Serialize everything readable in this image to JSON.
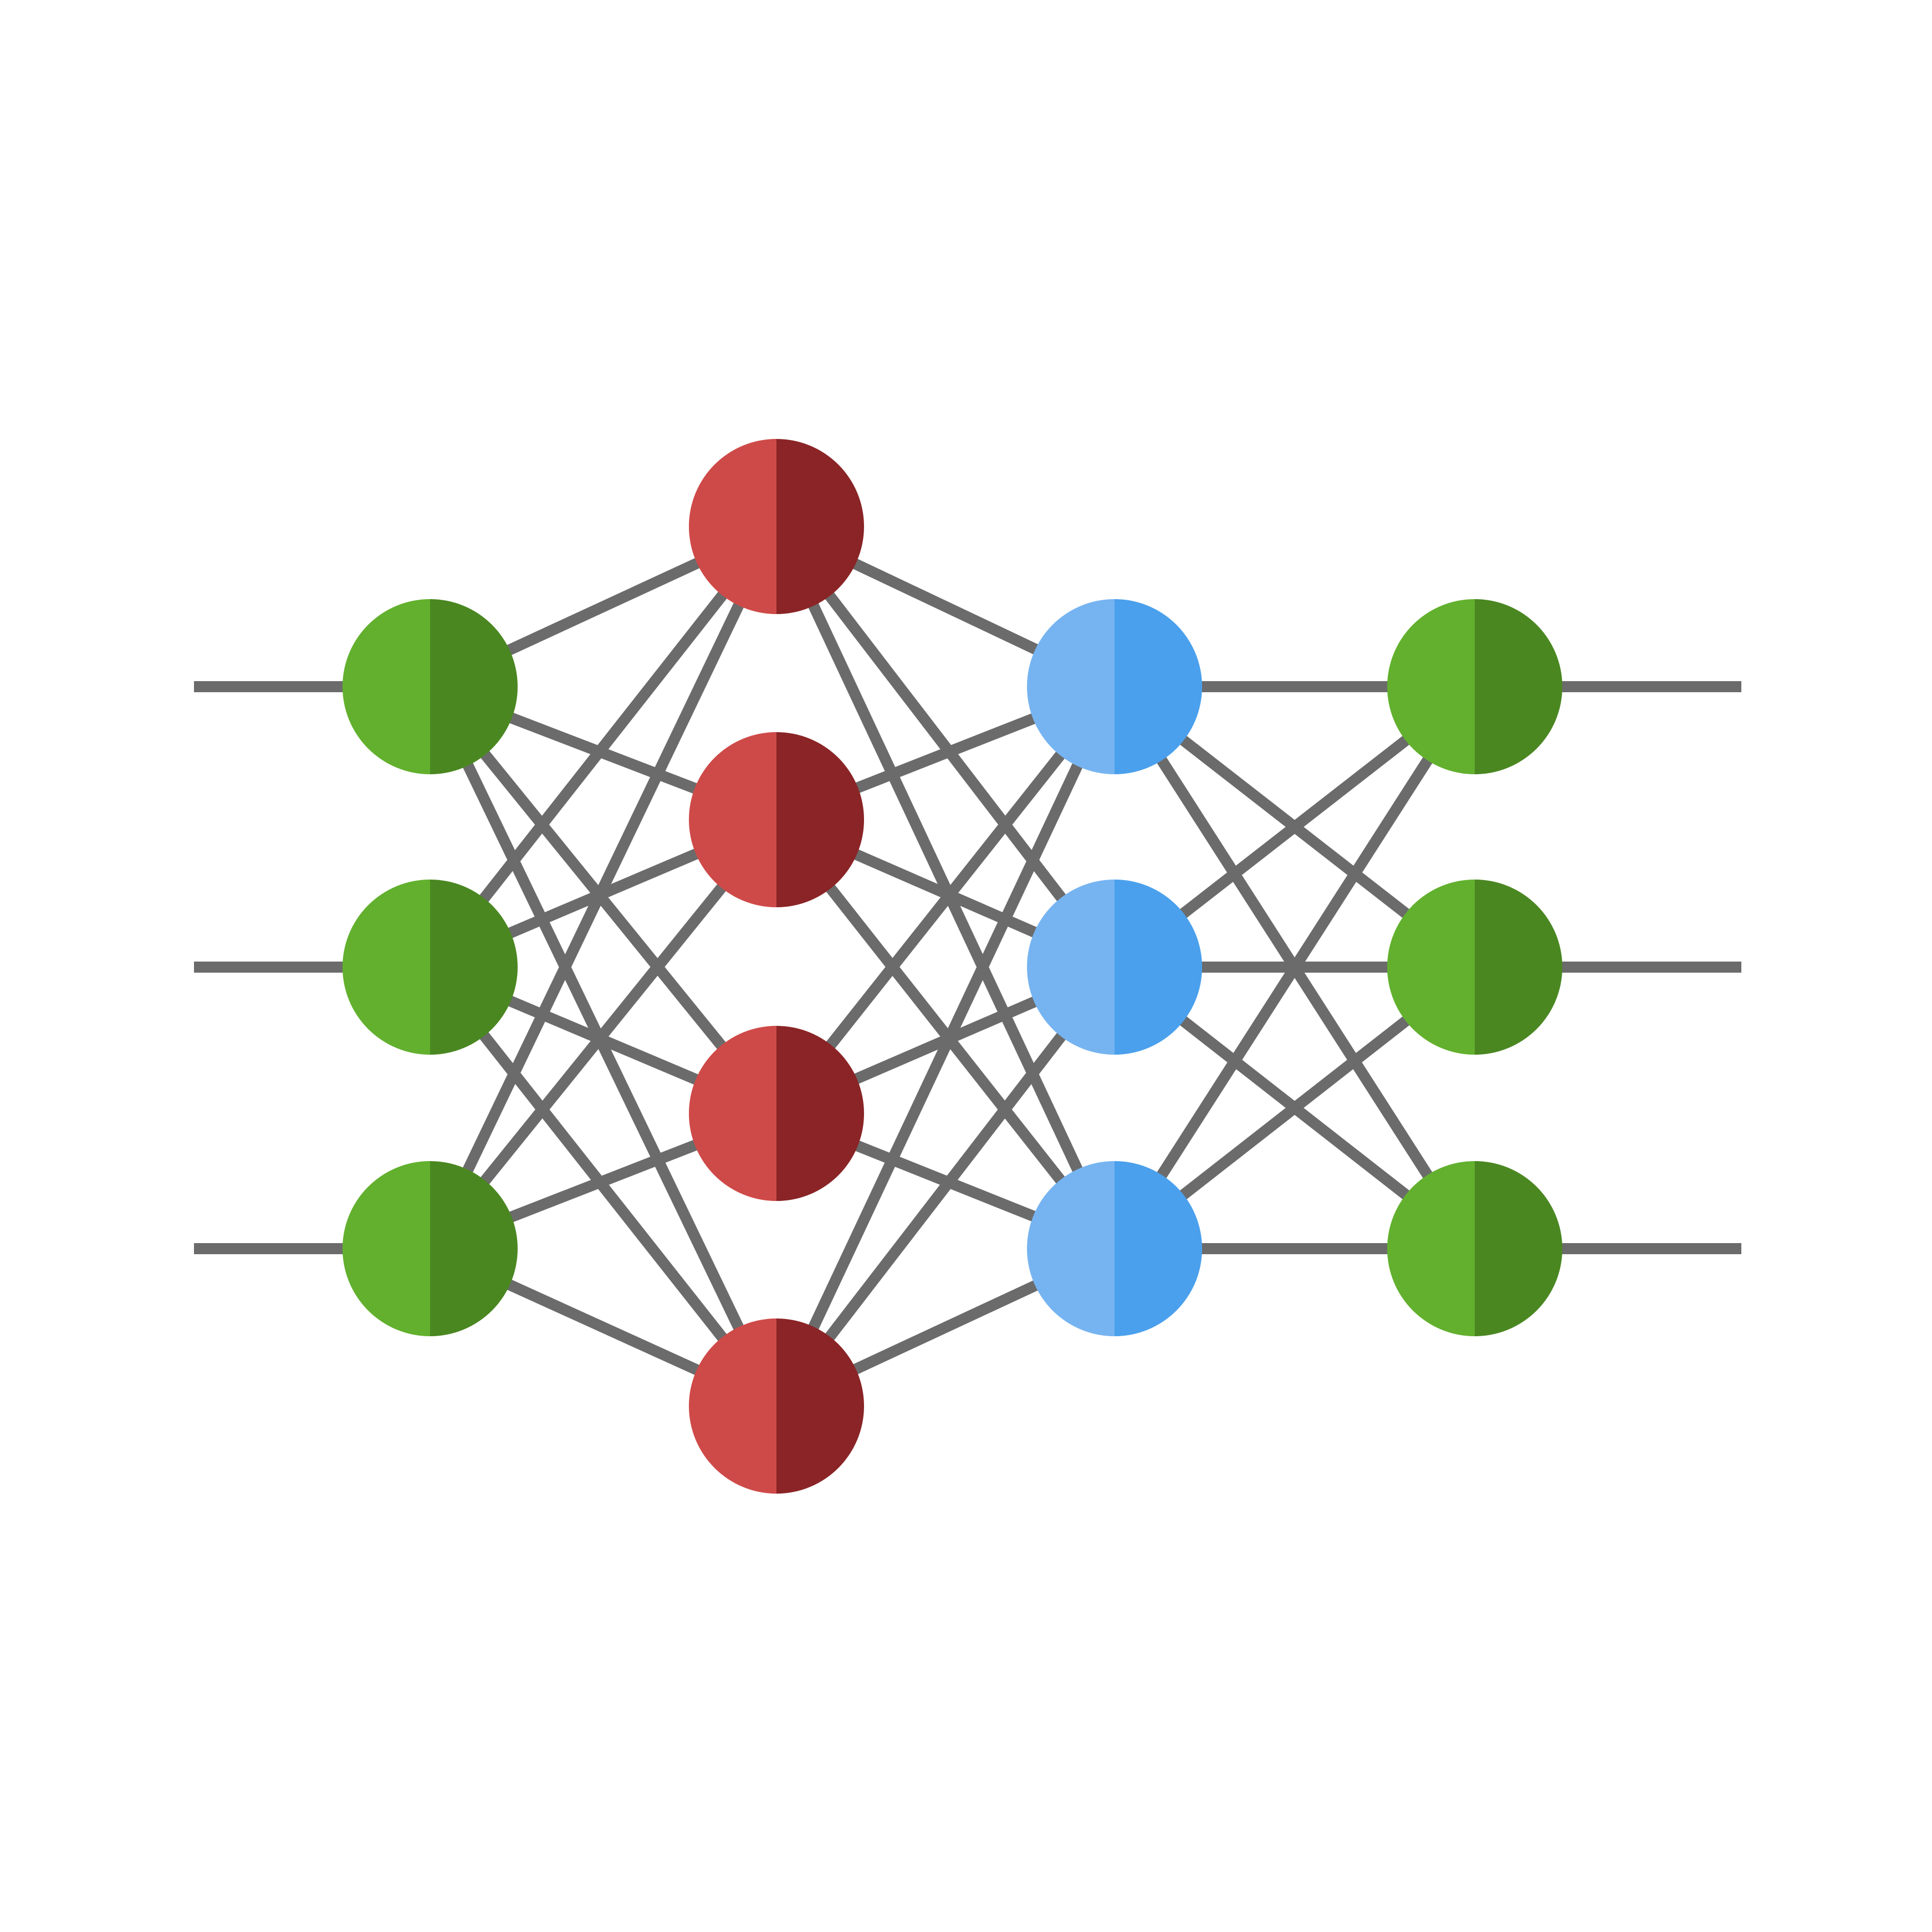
{
  "diagram": {
    "type": "neural-network",
    "layers": [
      {
        "kind": "input",
        "node_count": 3,
        "colors": {
          "light": "#62B02E",
          "dark": "#4A8721"
        }
      },
      {
        "kind": "hidden",
        "node_count": 4,
        "colors": {
          "light": "#CE4A48",
          "dark": "#8A2426"
        }
      },
      {
        "kind": "hidden",
        "node_count": 3,
        "colors": {
          "light": "#76B4F1",
          "dark": "#4AA0EC"
        }
      },
      {
        "kind": "output",
        "node_count": 3,
        "colors": {
          "light": "#62B02E",
          "dark": "#4A8721"
        }
      }
    ],
    "connections": "fully-connected",
    "has_input_lines": true,
    "has_output_lines": true,
    "edge_color": "#6B6B6B",
    "background_color": "#FFFFFF"
  }
}
